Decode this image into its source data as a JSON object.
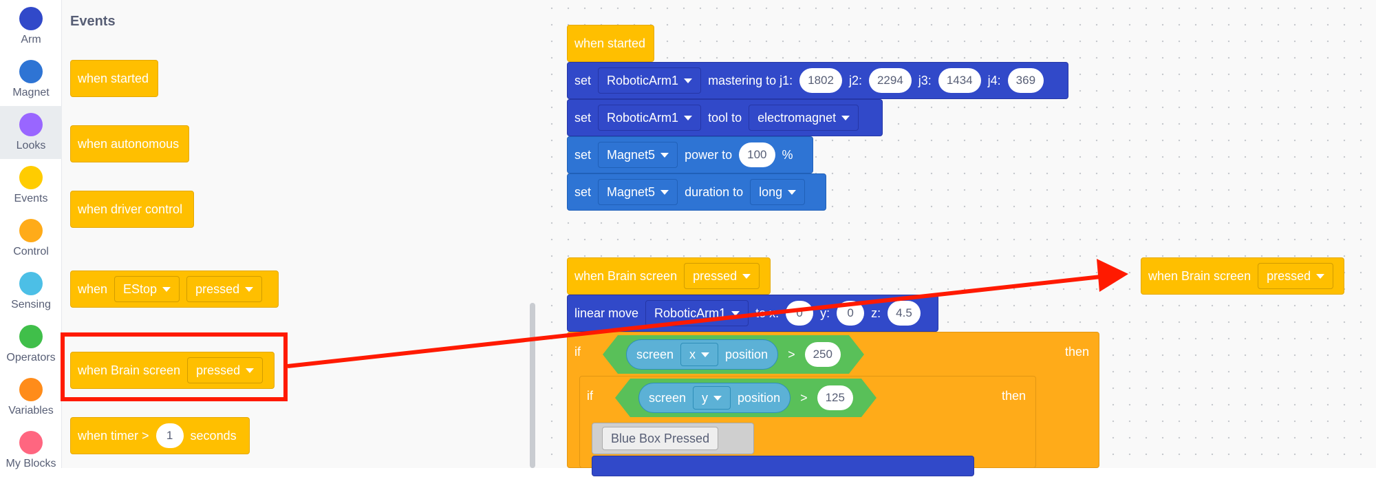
{
  "categories": [
    {
      "label": "Arm",
      "color": "#3149c9"
    },
    {
      "label": "Magnet",
      "color": "#2e74d4"
    },
    {
      "label": "Looks",
      "color": "#9966ff"
    },
    {
      "label": "Events",
      "color": "#ffcc00"
    },
    {
      "label": "Control",
      "color": "#ffab19"
    },
    {
      "label": "Sensing",
      "color": "#4cbfe6"
    },
    {
      "label": "Operators",
      "color": "#40bf4a"
    },
    {
      "label": "Variables",
      "color": "#ff8c1a"
    },
    {
      "label": "My Blocks",
      "color": "#ff6680"
    }
  ],
  "palette": {
    "title": "Events",
    "when_started": "when started",
    "when_autonomous": "when autonomous",
    "when_driver_control": "when driver control",
    "when_estop": {
      "when": "when",
      "estop": "EStop",
      "pressed": "pressed"
    },
    "when_brain": {
      "label": "when Brain screen",
      "pressed": "pressed"
    },
    "when_timer": {
      "label": "when timer >",
      "value": "1",
      "seconds": "seconds"
    }
  },
  "script1": {
    "hat": "when started",
    "line1": {
      "set": "set",
      "device": "RoboticArm1",
      "text": "mastering to j1:",
      "j1": "1802",
      "j2_label": "j2:",
      "j2": "2294",
      "j3_label": "j3:",
      "j3": "1434",
      "j4_label": "j4:",
      "j4": "369"
    },
    "line2": {
      "set": "set",
      "device": "RoboticArm1",
      "text": "tool to",
      "tool": "electromagnet"
    },
    "line3": {
      "set": "set",
      "device": "Magnet5",
      "text": "power to",
      "value": "100",
      "unit": "%"
    },
    "line4": {
      "set": "set",
      "device": "Magnet5",
      "text": "duration to",
      "value": "long"
    }
  },
  "script2": {
    "hat": "when Brain screen",
    "pressed": "pressed",
    "linear": {
      "label": "linear move",
      "device": "RoboticArm1",
      "to_x": "to x:",
      "x": "0",
      "y_label": "y:",
      "y": "0",
      "z_label": "z:",
      "z": "4.5"
    },
    "if1": {
      "if": "if",
      "screen": "screen",
      "axis": "x",
      "position": "position",
      "op": ">",
      "value": "250",
      "then": "then"
    },
    "if2": {
      "if": "if",
      "screen": "screen",
      "axis": "y",
      "position": "position",
      "op": ">",
      "value": "125",
      "then": "then"
    },
    "comment": "Blue Box Pressed"
  },
  "dragged": {
    "label": "when Brain screen",
    "pressed": "pressed"
  },
  "accent": {
    "highlight": "#ff1a00",
    "events": "#ffbf00"
  }
}
